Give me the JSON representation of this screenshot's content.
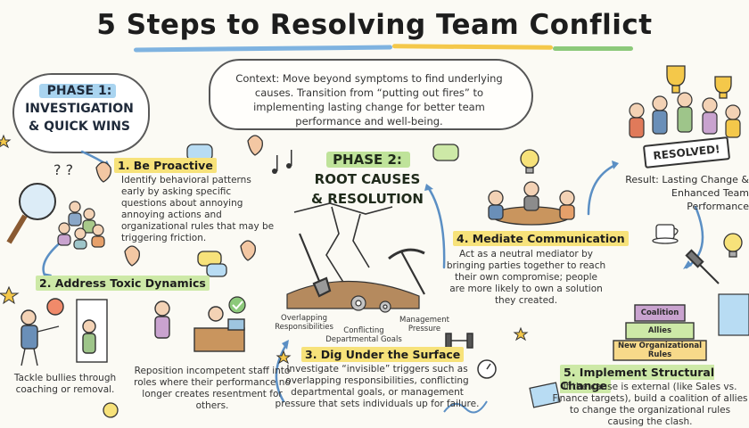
{
  "title": "5 Steps to Resolving Team Conflict",
  "context": "Context: Move beyond symptoms to find underlying causes. Transition from “putting out fires” to implementing lasting change for better team performance and well-being.",
  "phase1": {
    "line1": "PHASE 1:",
    "line2": "INVESTIGATION",
    "line3": "& QUICK WINS"
  },
  "phase2": {
    "line1": "PHASE 2:",
    "line2": "ROOT CAUSES",
    "line3": "& RESOLUTION"
  },
  "steps": {
    "s1": {
      "title": "1. Be Proactive",
      "body": "Identify behavioral patterns early by asking specific questions about annoying annoying actions and organizational rules that may be triggering friction."
    },
    "s2": {
      "title": "2. Address Toxic Dynamics",
      "body_a": "Tackle bullies through coaching or removal.",
      "body_b": "Reposition incompetent staff into roles where their performance no longer creates resentment for others."
    },
    "s3": {
      "title": "3. Dig Under the Surface",
      "body": "Investigate “invisible” triggers such as overlapping responsibilities, conflicting departmental goals, or management pressure that sets individuals up for failure."
    },
    "s4": {
      "title": "4. Mediate Communication",
      "body": "Act as a neutral mediator by bringing parties together to reach their own compromise; people are more likely to own a solution they created."
    },
    "s5": {
      "title": "5. Implement Structural Change",
      "body": "If the cause is external (like Sales vs. Finance targets), build a coalition of allies to change the organizational rules causing the clash."
    }
  },
  "root_labels": {
    "overlap": "Overlapping Responsibilities",
    "conflict": "Conflicting Departmental Goals",
    "pressure": "Management Pressure"
  },
  "result": {
    "line1": "Result: Lasting Change &",
    "line2": "Enhanced Team Performance"
  },
  "badge": "RESOLVED!",
  "pyramid": {
    "top": "Coalition",
    "mid": "Allies",
    "base": "New Organizational Rules"
  },
  "colors": {
    "highlight_yellow": "#f7e27a",
    "highlight_green": "#cde9a7",
    "highlight_blue": "#b8dcf3",
    "arrow_blue": "#5b8fc4"
  },
  "icons": [
    "magnifier-icon",
    "ear-icon",
    "speech-bubble-icon",
    "lightbulb-icon",
    "trophy-icon",
    "music-note-icon",
    "shovel-icon",
    "pickaxe-icon",
    "gear-icon",
    "dumbbell-icon",
    "stopwatch-icon",
    "star-icon",
    "coffee-cup-icon",
    "hammer-icon",
    "checkmark-icon"
  ]
}
